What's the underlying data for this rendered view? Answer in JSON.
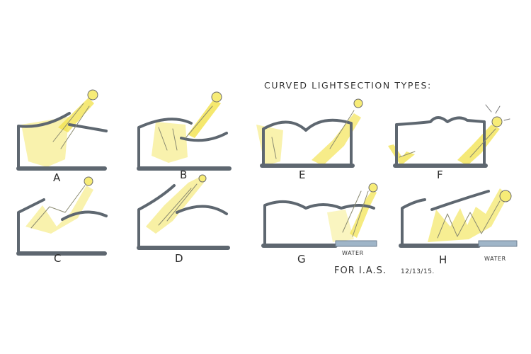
{
  "title": "CURVED LIGHTSECTION TYPES:",
  "panels": [
    {
      "label": "A"
    },
    {
      "label": "B"
    },
    {
      "label": "C"
    },
    {
      "label": "D"
    },
    {
      "label": "E"
    },
    {
      "label": "F"
    },
    {
      "label": "G",
      "annotation": "WATER"
    },
    {
      "label": "H",
      "annotation": "WATER"
    }
  ],
  "credit": "FOR I.A.S.",
  "date": "12/13/15.",
  "colors": {
    "outline": "#5e6770",
    "light": "#f2e24a",
    "water": "#9fb5c8"
  }
}
